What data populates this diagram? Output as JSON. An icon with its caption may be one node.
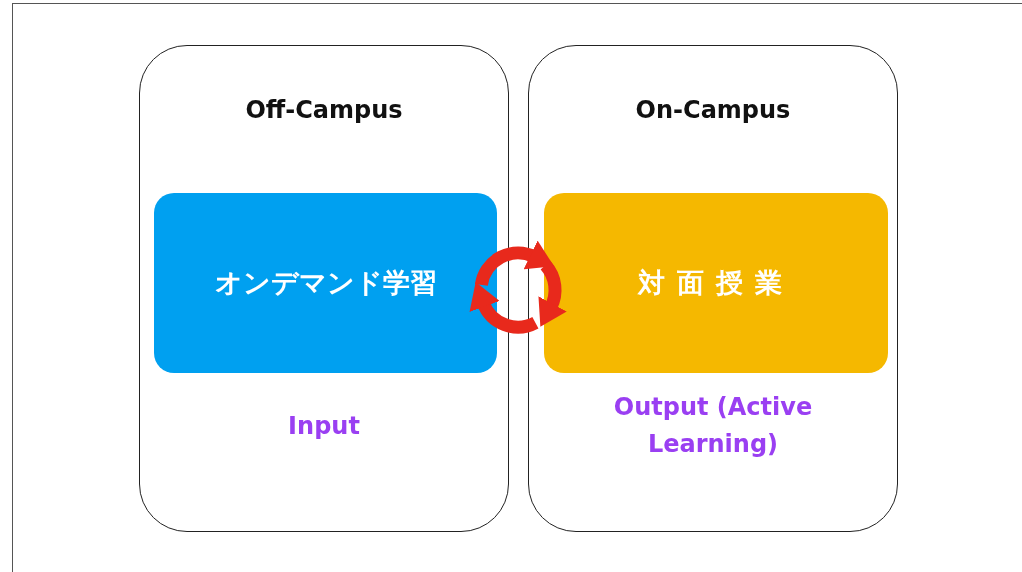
{
  "diagram": {
    "nodes": [
      {
        "text": [
          "Off-Campus",
          "Input"
        ]
      },
      {
        "text": [
          "オンデマンド学習"
        ],
        "in": 0
      },
      {
        "text": [
          "On-Campus",
          "Output (Active Learning)"
        ]
      },
      {
        "text": [
          "対面授業"
        ],
        "in": 2
      }
    ],
    "edges": [
      {
        "from": 1,
        "to": 3,
        "arrow": "to",
        "color": "#e8291c"
      },
      {
        "from": 3,
        "to": 1,
        "arrow": "to",
        "color": "#e8291c"
      }
    ]
  }
}
